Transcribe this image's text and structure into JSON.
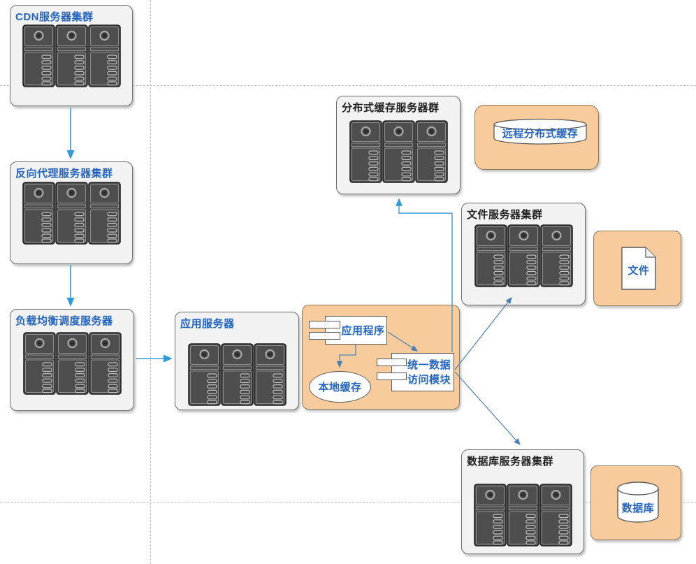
{
  "clusters": [
    {
      "id": "cdn",
      "label": "CDN服务器集群"
    },
    {
      "id": "reverse-proxy",
      "label": "反向代理服务器集群"
    },
    {
      "id": "load-balancer",
      "label": "负载均衡调度服务器"
    },
    {
      "id": "app-server",
      "label": "应用服务器"
    },
    {
      "id": "distributed-cache",
      "label": "分布式缓存服务器群"
    },
    {
      "id": "file-server",
      "label": "文件服务器集群"
    },
    {
      "id": "db-server",
      "label": "数据库服务器集群"
    }
  ],
  "shapes": {
    "application": {
      "label": "应用程序"
    },
    "local_cache": {
      "label": "本地缓存"
    },
    "data_access": {
      "line1": "统一数据",
      "line2": "访问模块"
    },
    "remote_cache": {
      "label": "远程分布式缓存"
    },
    "file": {
      "label": "文件"
    },
    "database": {
      "label": "数据库"
    }
  },
  "colors": {
    "cluster_fill": "#f2f2f2",
    "cluster_border": "#6e6e6e",
    "panel_fill": "#f8cb9c",
    "blue_text": "#2264c0",
    "dark_text": "#1f1f1f",
    "arrow_blue": "#2e9bd9",
    "arrow_thin": "#4a7fb5",
    "server_fill": "#4b4b4b",
    "page_guide": "#bdbdbd"
  }
}
